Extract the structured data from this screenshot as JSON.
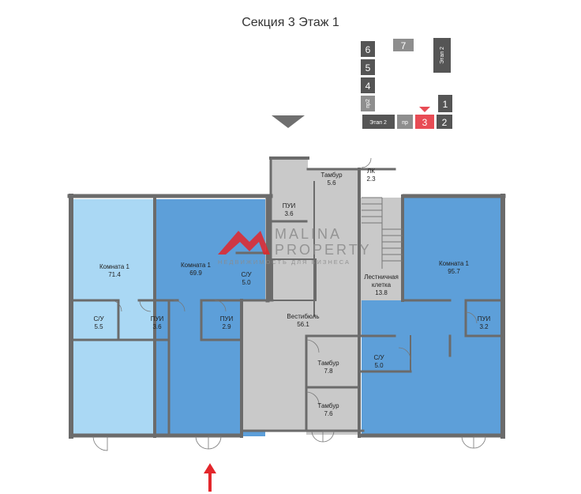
{
  "title": "Секция 3 Этаж 1",
  "colors": {
    "room_light": "#aad8f4",
    "room_mid": "#5d9fd9",
    "common": "#c9c9c9",
    "wall": "#6b6b6b",
    "marker": "#e3262b",
    "mini_dark": "#555555",
    "mini_gray": "#8e8e8e",
    "mini_active": "#e84c55"
  },
  "rooms": [
    {
      "id": "r1",
      "name": "Комната 1",
      "area": "71.4"
    },
    {
      "id": "r1b",
      "name": "С/У",
      "area": "5.5"
    },
    {
      "id": "r1c",
      "name": "ПУИ",
      "area": "3.6"
    },
    {
      "id": "r2",
      "name": "Комната 1",
      "area": "69.9"
    },
    {
      "id": "r2b",
      "name": "С/У",
      "area": "5.0"
    },
    {
      "id": "r2c",
      "name": "ПУИ",
      "area": "2.9"
    },
    {
      "id": "r3",
      "name": "Комната 1",
      "area": "95.7"
    },
    {
      "id": "r3b",
      "name": "С/У",
      "area": "5.0"
    },
    {
      "id": "r3c",
      "name": "ПУИ",
      "area": "3.2"
    },
    {
      "id": "c1",
      "name": "Тамбур",
      "area": "5.6"
    },
    {
      "id": "c2",
      "name": "ЛК",
      "area": "2.3"
    },
    {
      "id": "c3",
      "name": "ПУИ",
      "area": "3.6"
    },
    {
      "id": "c4",
      "name": "Лестничная клетка",
      "area": "13.8"
    },
    {
      "id": "c5",
      "name": "Вестибюль",
      "area": "56.1"
    },
    {
      "id": "c6",
      "name": "Тамбур",
      "area": "7.8"
    },
    {
      "id": "c7",
      "name": "Тамбур",
      "area": "7.6"
    }
  ],
  "minimap": {
    "sections": [
      "6",
      "5",
      "4",
      "7",
      "1",
      "2",
      "3"
    ],
    "floor2_left": "Этап 2",
    "floor2_right": "Этап 2",
    "passage_left": "пр2",
    "passage_bottom": "пр",
    "active_section": "3"
  },
  "watermark": {
    "brand": "MALINA PROPERTY",
    "line1": "MALINA",
    "line2": "PROPERTY",
    "tagline": "НЕДВИЖИМОСТЬ ДЛЯ БИЗНЕСА"
  },
  "entrance_icon": "red-up-arrow-icon",
  "direction_icon": "gray-down-triangle-icon"
}
